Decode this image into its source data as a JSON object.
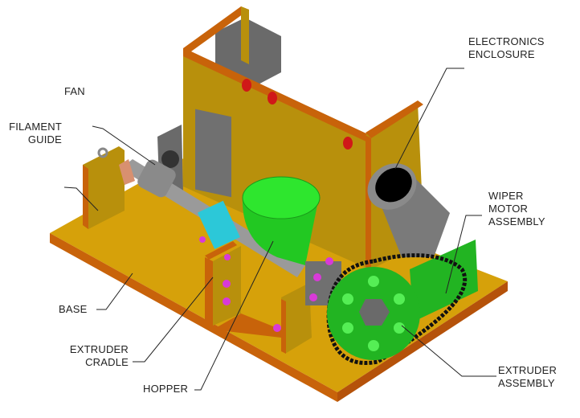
{
  "title": "Extruder machine assembly isometric view",
  "labels": {
    "electronics_1": "ELECTRONICS",
    "electronics_2": "ENCLOSURE",
    "fan": "FAN",
    "filament_1": "FILAMENT",
    "filament_2": "GUIDE",
    "wiper_1": "WIPER",
    "wiper_2": "MOTOR",
    "wiper_3": "ASSEMBLY",
    "base": "BASE",
    "cradle_1": "EXTRUDER",
    "cradle_2": "CRADLE",
    "hopper": "HOPPER",
    "extruder_1": "EXTRUDER",
    "extruder_2": "ASSEMBLY"
  },
  "colors": {
    "wood": "#d6a10a",
    "wood_dark": "#b08a0c",
    "edge": "#c8630a",
    "hopper": "#2ee62e",
    "metal": "#8c8c8c",
    "bolt": "#d83ad8",
    "sprocket": "#22b422"
  }
}
